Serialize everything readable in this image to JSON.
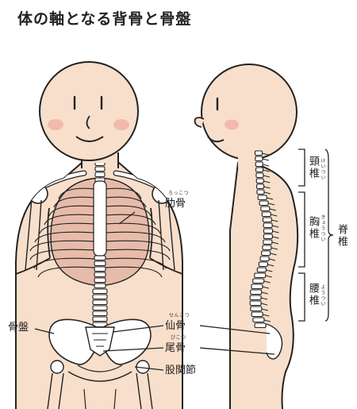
{
  "title": "体の軸となる背骨と骨盤",
  "labels": {
    "rib": {
      "text": "肋骨",
      "ruby": "ろっこつ"
    },
    "pelvis": {
      "text": "骨盤"
    },
    "sacrum": {
      "text": "仙骨",
      "ruby": "せんこつ"
    },
    "coccyx": {
      "text": "尾骨",
      "ruby": "びこつ"
    },
    "hip_joint": {
      "text": "股関節"
    },
    "cervical": {
      "text": "頸椎",
      "ruby": "けいつい"
    },
    "thoracic": {
      "text": "胸椎",
      "ruby": "きょうつい"
    },
    "lumbar": {
      "text": "腰椎",
      "ruby": "ようつい"
    },
    "spine": {
      "text": "脊椎"
    }
  },
  "colors": {
    "skin": "#f8dfcb",
    "cheek": "#f3b3a8",
    "outline": "#222222",
    "rib_fill": "#e7bbaa",
    "bone": "#ffffff"
  }
}
